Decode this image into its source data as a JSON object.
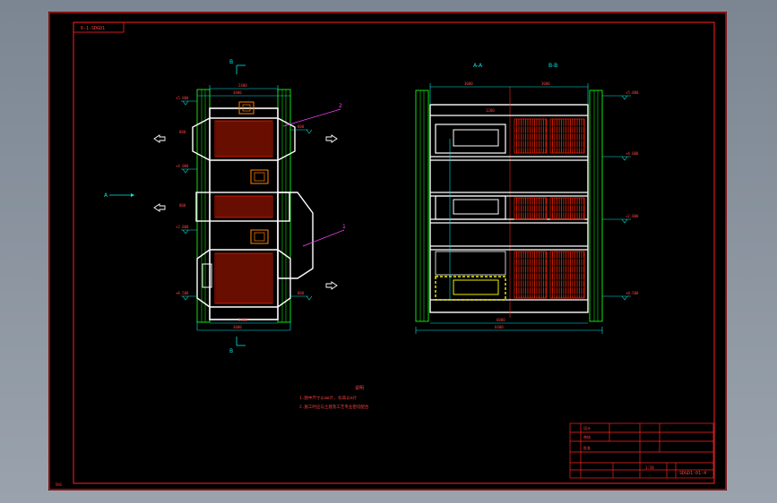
{
  "drawing": {
    "stamp_tl": "6-1-SDGD1",
    "view_a_label": "A",
    "view_b_top": "B",
    "view_b_bottom": "B",
    "section_a": "A-A",
    "section_b": "B-B",
    "callout_2": "2",
    "callout_1": "1",
    "notes_title": "说明",
    "note_1": "1.图中尺寸以mm计, 标高以m计",
    "note_2": "2.施工时应与土建及工艺专业密切配合",
    "corner_mark": "DWG"
  },
  "title_block": {
    "drawing_no": "SDGD1-01-4",
    "scale": "1:50",
    "rows": [
      "设计",
      "审核",
      "批准"
    ]
  },
  "colors": {
    "frame": "#ff2020",
    "outline": "#ffffff",
    "green": "#10e010",
    "dimension": "#00e8e8",
    "hatch": "#e82000",
    "leader": "#ff40ff",
    "yellow": "#f0f000",
    "bg": "#000000"
  }
}
